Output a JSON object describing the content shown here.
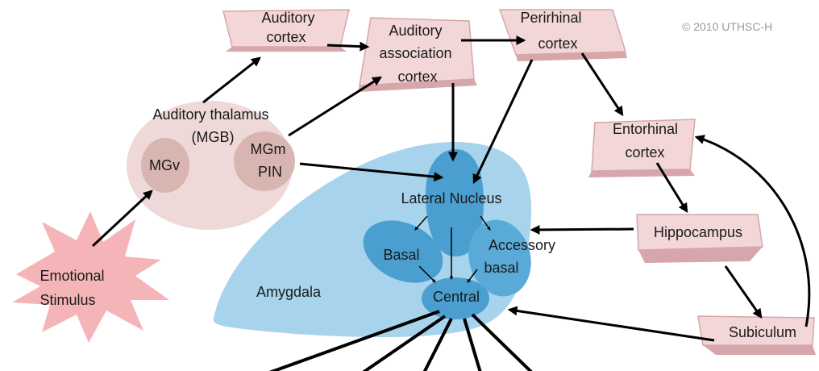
{
  "copyright": "© 2010 UTHSC-H",
  "colors": {
    "brain_box_fill": "#f3d6d8",
    "brain_box_side": "#d6a6aa",
    "amygdala_fill": "#a8d3ec",
    "nucleus_fill": "#4a9fd0",
    "thalamus_fill": "#eed9d8",
    "thalamus_sub_fill": "#d8b5b0",
    "stimulus_fill": "#f5b5b8",
    "arrow": "#000000"
  },
  "nodes": {
    "auditory_cortex": [
      "Auditory",
      "cortex"
    ],
    "auditory_association_cortex": [
      "Auditory",
      "association",
      "cortex"
    ],
    "perirhinal_cortex": [
      "Perirhinal",
      "cortex"
    ],
    "entorhinal_cortex": [
      "Entorhinal",
      "cortex"
    ],
    "hippocampus": "Hippocampus",
    "subiculum": "Subiculum",
    "auditory_thalamus": [
      "Auditory thalamus",
      "(MGB)"
    ],
    "mgv": "MGv",
    "mgm_pin": [
      "MGm",
      "PIN"
    ],
    "emotional_stimulus": [
      "Emotional",
      "Stimulus"
    ],
    "amygdala": "Amygdala",
    "lateral_nucleus": "Lateral Nucleus",
    "basal": "Basal",
    "accessory_basal": [
      "Accessory",
      "basal"
    ],
    "central": "Central"
  }
}
